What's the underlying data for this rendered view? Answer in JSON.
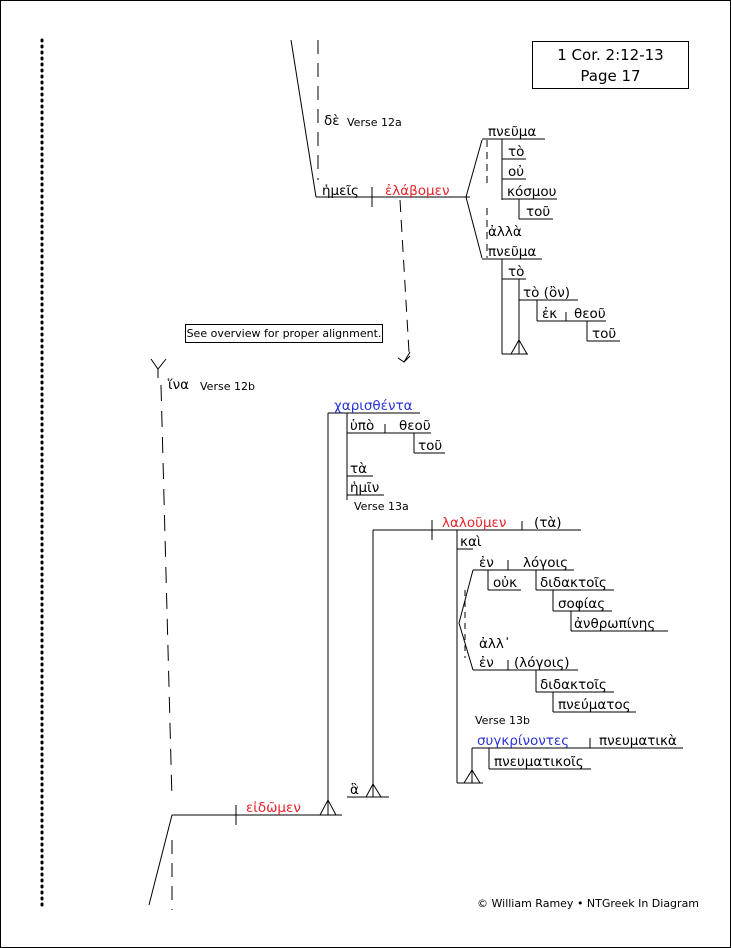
{
  "reference": {
    "line1": "1 Cor. 2:12-13",
    "line2": "Page 17"
  },
  "note": "See overview for proper alignment.",
  "footer": "© William Ramey • NTGreek In Diagram",
  "labels": {
    "v12a": "Verse 12a",
    "v12b": "Verse 12b",
    "v13a": "Verse 13a",
    "v13b": "Verse 13b"
  },
  "words": {
    "de": "δὲ",
    "hemeis": "ἡμεῖς",
    "elabomen": "ἐλάβομεν",
    "pneuma1": "πνεῦμα",
    "to1": "τὸ",
    "ou": "οὐ",
    "kosmou": "κόσμου",
    "tou1": "τοῦ",
    "alla": "ἀλλὰ",
    "pneuma2": "πνεῦμα",
    "to2": "τὸ",
    "to_on": "τὸ (ὂν)",
    "ek": "ἐκ",
    "theou1": "θεοῦ",
    "tou2": "τοῦ",
    "hina": "ἵνα",
    "charisthenta": "χαρισθέντα",
    "hypo": "ὑπὸ",
    "theou2": "θεοῦ",
    "tou3": "τοῦ",
    "ta1": "τὰ",
    "hemin": "ἡμῖν",
    "laloumen": "λαλοῦμεν",
    "ta2": "(τὰ)",
    "kai": "καὶ",
    "en1": "ἐν",
    "logois1": "λόγοις",
    "ouk": "οὐκ",
    "didaktois1": "διδακτοῖς",
    "sophias": "σοφίας",
    "anthropines": "ἀνθρωπίνης",
    "all": "ἀλλ᾽",
    "en2": "ἐν",
    "logois2": "(λόγοις)",
    "didaktois2": "διδακτοῖς",
    "pneumatos": "πνεύματος",
    "synkrinontes": "συγκρίνοντες",
    "pneumatika": "πνευματικὰ",
    "pneumatikois": "πνευματικοῖς",
    "ha": "ἃ",
    "eidomen": "εἰδῶμεν"
  }
}
